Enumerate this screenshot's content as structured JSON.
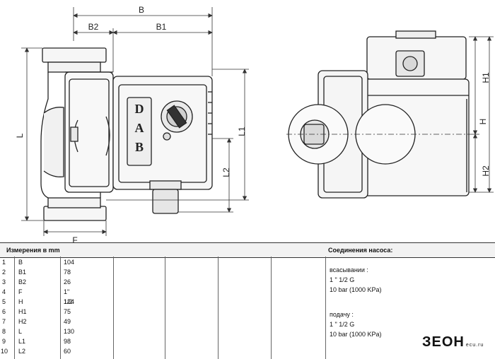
{
  "dimensions": {
    "B": "B",
    "B1": "B1",
    "B2": "B2",
    "L": "L",
    "L1": "L1",
    "L2": "L2",
    "F": "F",
    "H": "H",
    "H1": "H1",
    "H2": "H2"
  },
  "brand_letters": [
    "D",
    "A",
    "B"
  ],
  "table": {
    "dims_header": "Измерения в  mm",
    "conn_header": "Соединения насоса:",
    "rows": [
      {
        "n": "1",
        "name": "B",
        "value": "104"
      },
      {
        "n": "2",
        "name": "B1",
        "value": "78"
      },
      {
        "n": "3",
        "name": "B2",
        "value": "26"
      },
      {
        "n": "4",
        "name": "F",
        "value": "1\" 1/2"
      },
      {
        "n": "5",
        "name": "H",
        "value": "124"
      },
      {
        "n": "6",
        "name": "H1",
        "value": "75"
      },
      {
        "n": "7",
        "name": "H2",
        "value": "49"
      },
      {
        "n": "8",
        "name": "L",
        "value": "130"
      },
      {
        "n": "9",
        "name": "L1",
        "value": "98"
      },
      {
        "n": "10",
        "name": "L2",
        "value": "60"
      }
    ],
    "suction_label": "всасывании :",
    "suction_size": "1 \" 1/2 G",
    "suction_pressure": "10 bar (1000 KPa)",
    "discharge_label": "подачу  :",
    "discharge_size": "1 \" 1/2 G",
    "discharge_pressure": "10 bar (1000 KPa)"
  },
  "watermark": {
    "text": "ЗЕОН",
    "suffix": "ecu.ru"
  }
}
